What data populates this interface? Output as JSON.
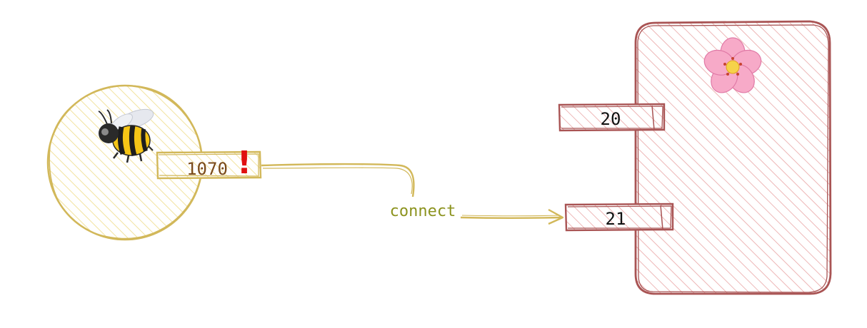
{
  "client": {
    "icon": "bee-icon",
    "port_label": "1070",
    "alert_mark": "!"
  },
  "connection": {
    "label": "connect"
  },
  "server": {
    "icon": "cherry-blossom-icon",
    "ports": [
      {
        "label": "20"
      },
      {
        "label": "21"
      }
    ]
  },
  "colors": {
    "client_stroke": "#d2b85a",
    "client_fill": "#f7ecb8",
    "server_stroke": "#a95454",
    "server_fill": "#e9a5a5",
    "connect_text": "#8c931f",
    "alert": "#e01010",
    "port_text_client": "#7a4a1a",
    "port_text_server": "#111111"
  }
}
